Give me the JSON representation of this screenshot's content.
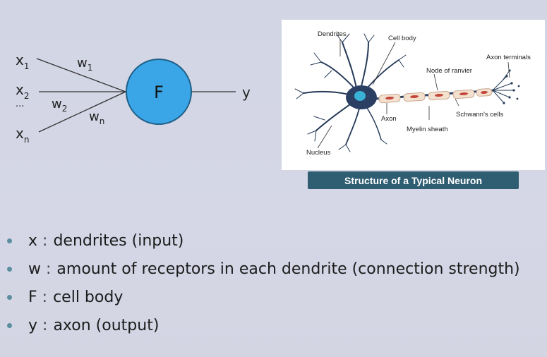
{
  "diagram": {
    "inputs": [
      {
        "name": "x",
        "sub": "1"
      },
      {
        "name": "x",
        "sub": "2"
      },
      {
        "name": "x",
        "sub": "n"
      }
    ],
    "ellipsis": "...",
    "weights": [
      {
        "name": "w",
        "sub": "1"
      },
      {
        "name": "w",
        "sub": "2"
      },
      {
        "name": "w",
        "sub": "n"
      }
    ],
    "node_label": "F",
    "output_label": "y",
    "node_color": "#3aa6e8"
  },
  "neuron_figure": {
    "labels": {
      "dendrites": "Dendrites",
      "cell_body": "Cell body",
      "axon_terminals": "Axon terminals",
      "node_of_ranvier": "Node of ranvier",
      "schwanns_cells": "Schwann's cells",
      "axon": "Axon",
      "myelin_sheath": "Myelin sheath",
      "nucleus": "Nucleus"
    },
    "caption": "Structure of a Typical Neuron",
    "caption_color": "#2f5d72"
  },
  "bullets": [
    {
      "term": "x",
      "description": "dendrites (input)"
    },
    {
      "term": "w",
      "description": "amount of receptors in each dendrite (connection strength)"
    },
    {
      "term": "F",
      "description": "cell body"
    },
    {
      "term": "y",
      "description": "axon (output)"
    }
  ]
}
